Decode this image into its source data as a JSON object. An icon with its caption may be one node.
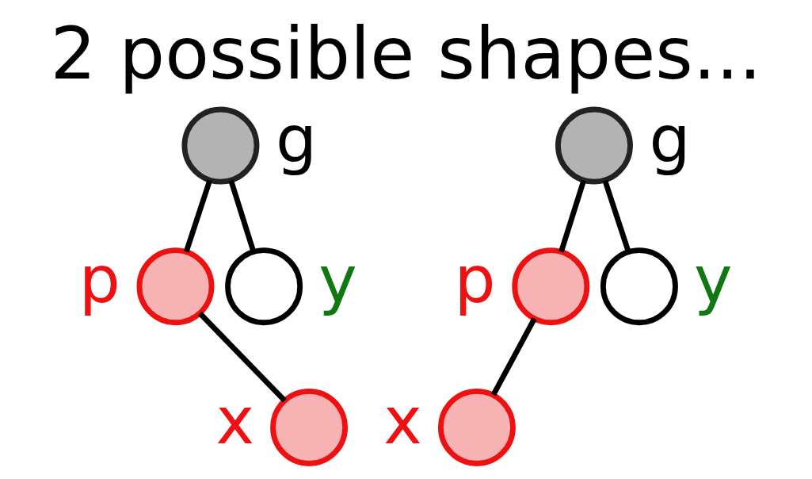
{
  "diagram": {
    "title": "2 possible shapes...",
    "nodes": [
      {
        "text": [],
        "shape": "circle",
        "beside": [
          "g"
        ]
      },
      {
        "text": [],
        "shape": "circle",
        "beside": [
          "p"
        ]
      },
      {
        "text": [],
        "shape": "circle",
        "beside": [
          "y"
        ]
      },
      {
        "text": [],
        "shape": "circle",
        "beside": [
          "x"
        ]
      },
      {
        "text": [],
        "shape": "circle",
        "beside": [
          "g"
        ]
      },
      {
        "text": [],
        "shape": "circle",
        "beside": [
          "p"
        ]
      },
      {
        "text": [],
        "shape": "circle",
        "beside": [
          "y"
        ]
      },
      {
        "text": [],
        "shape": "circle",
        "beside": [
          "x"
        ]
      }
    ],
    "edges": [
      {
        "from": 0,
        "to": 1,
        "arrow": "none"
      },
      {
        "from": 0,
        "to": 2,
        "arrow": "none"
      },
      {
        "from": 1,
        "to": 3,
        "arrow": "none"
      },
      {
        "from": 4,
        "to": 5,
        "arrow": "none"
      },
      {
        "from": 4,
        "to": 6,
        "arrow": "none"
      },
      {
        "from": 5,
        "to": 7,
        "arrow": "none"
      }
    ]
  }
}
